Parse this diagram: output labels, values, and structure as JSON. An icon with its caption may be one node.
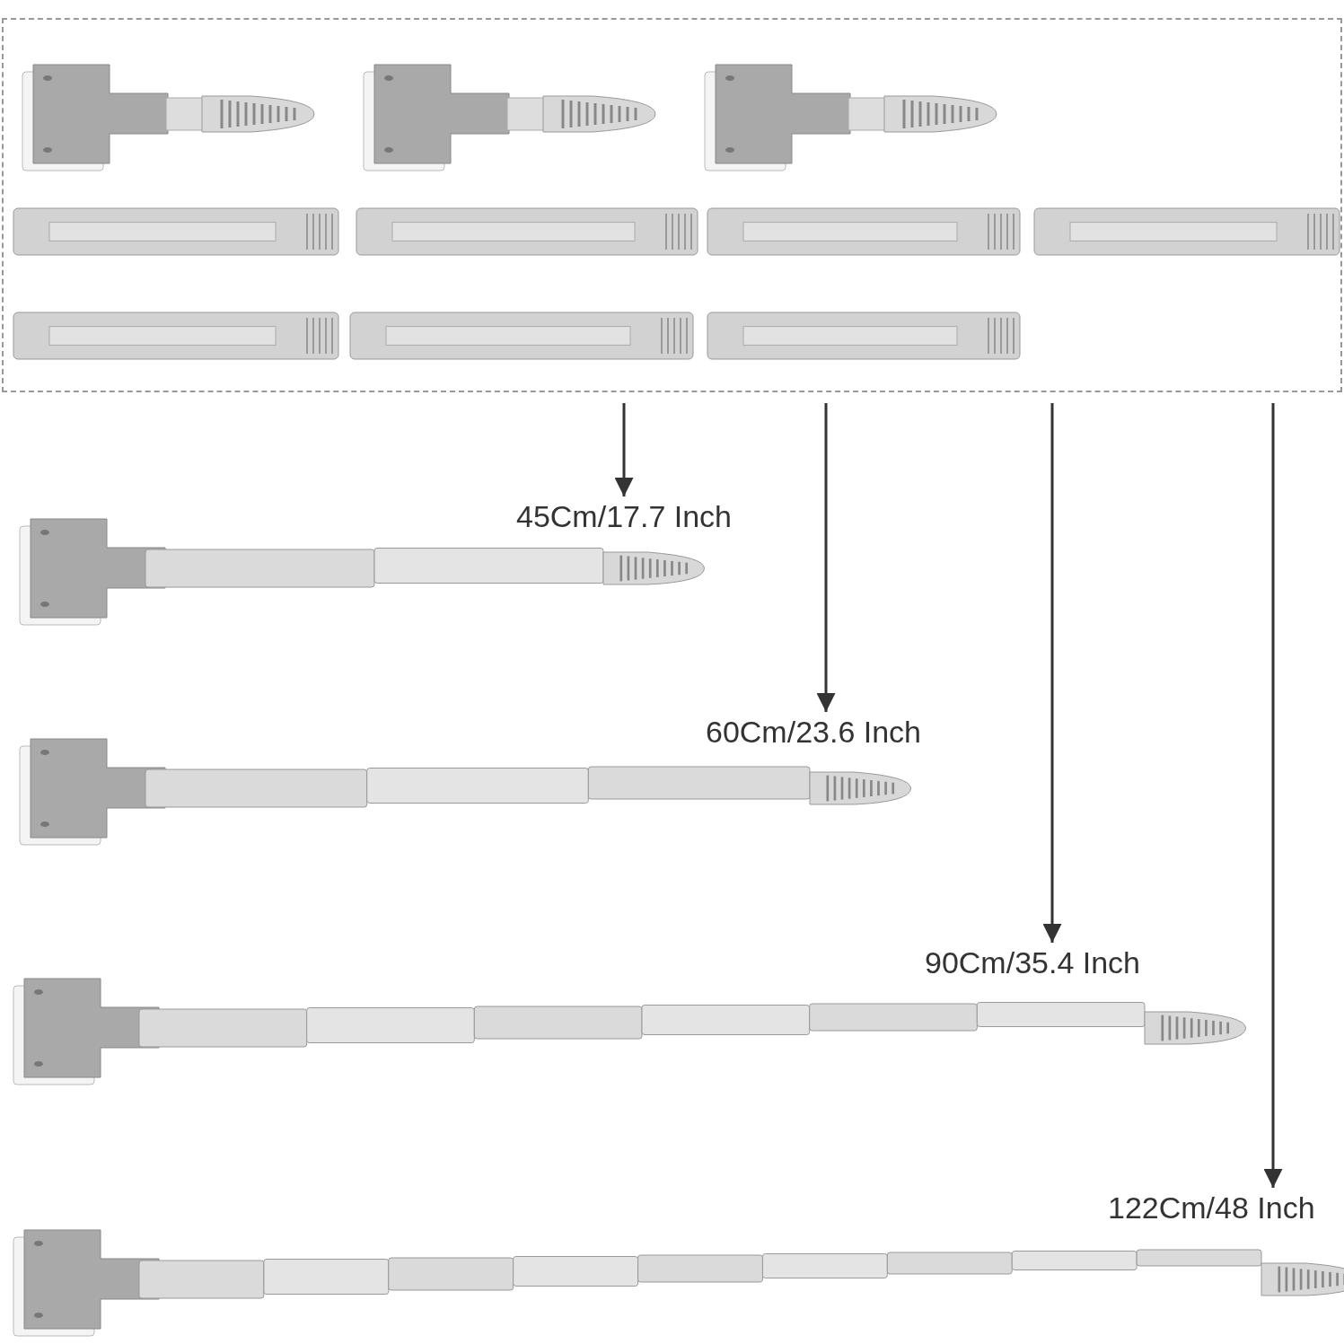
{
  "diagram": {
    "nodes": [
      {
        "text": [],
        "shape": "box"
      },
      {
        "text": [
          "45Cm/17.7 Inch"
        ]
      },
      {
        "text": [
          "60Cm/23.6 Inch"
        ]
      },
      {
        "text": [
          "90Cm/35.4 Inch"
        ]
      },
      {
        "text": [
          "122Cm/48 Inch"
        ]
      }
    ],
    "edges": [
      {
        "from": 0,
        "to": 1,
        "arrow": "to"
      },
      {
        "from": 0,
        "to": 2,
        "arrow": "to"
      },
      {
        "from": 0,
        "to": 3,
        "arrow": "to"
      },
      {
        "from": 0,
        "to": 4,
        "arrow": "to"
      }
    ]
  }
}
